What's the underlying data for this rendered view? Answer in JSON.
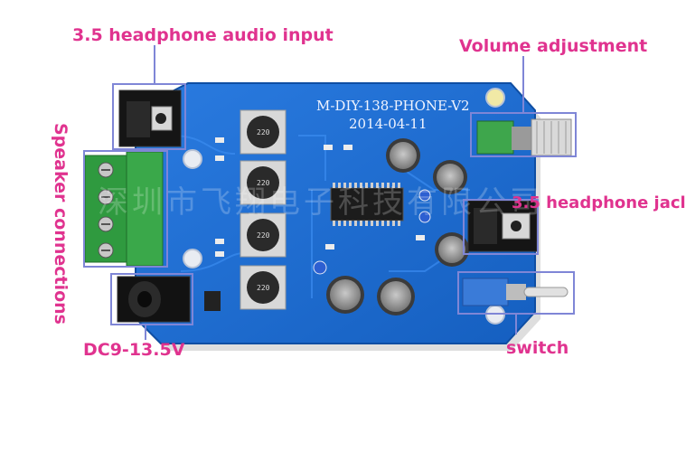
{
  "callouts": {
    "audio_input": "3.5 headphone audio input",
    "volume": "Volume adjustment",
    "speaker": "Speaker connections",
    "headphone_jack": "3.5 headphone jacl",
    "power": "DC9-13.5V",
    "switch": "switch"
  },
  "board": {
    "model": "M-DIY-138-PHONE-V2",
    "date": "2014-04-11",
    "inductor_code": "220",
    "watermark": "深圳市飞翔电子科技有限公司"
  },
  "colors": {
    "pcb": "#1f6fd4",
    "pcb_dark": "#155bb3",
    "terminal": "#3aa84a",
    "callout_text": "#e0338f",
    "callout_frame": "#7f86d6"
  }
}
